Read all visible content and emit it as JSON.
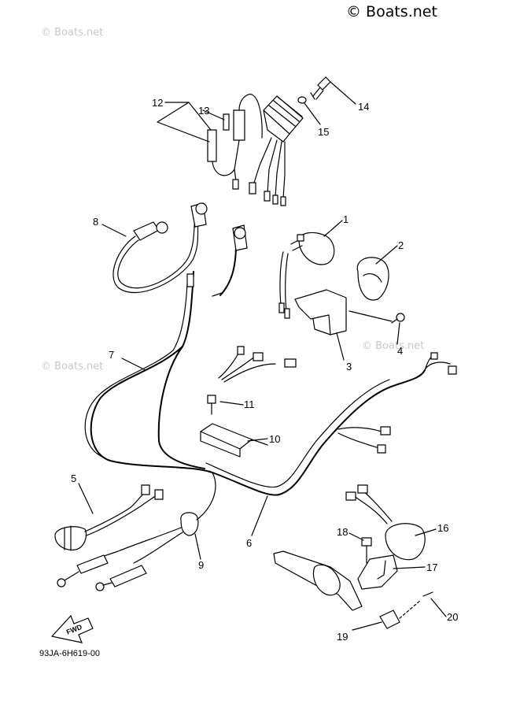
{
  "watermark": {
    "main": "© Boats.net",
    "faint": "© Boats.net"
  },
  "diagram_code": "93JA-6H619-00",
  "fwd_label": "FWD",
  "callouts": [
    "1",
    "2",
    "3",
    "4",
    "5",
    "6",
    "7",
    "8",
    "9",
    "10",
    "11",
    "12",
    "13",
    "14",
    "15",
    "16",
    "17",
    "18",
    "19",
    "20"
  ]
}
